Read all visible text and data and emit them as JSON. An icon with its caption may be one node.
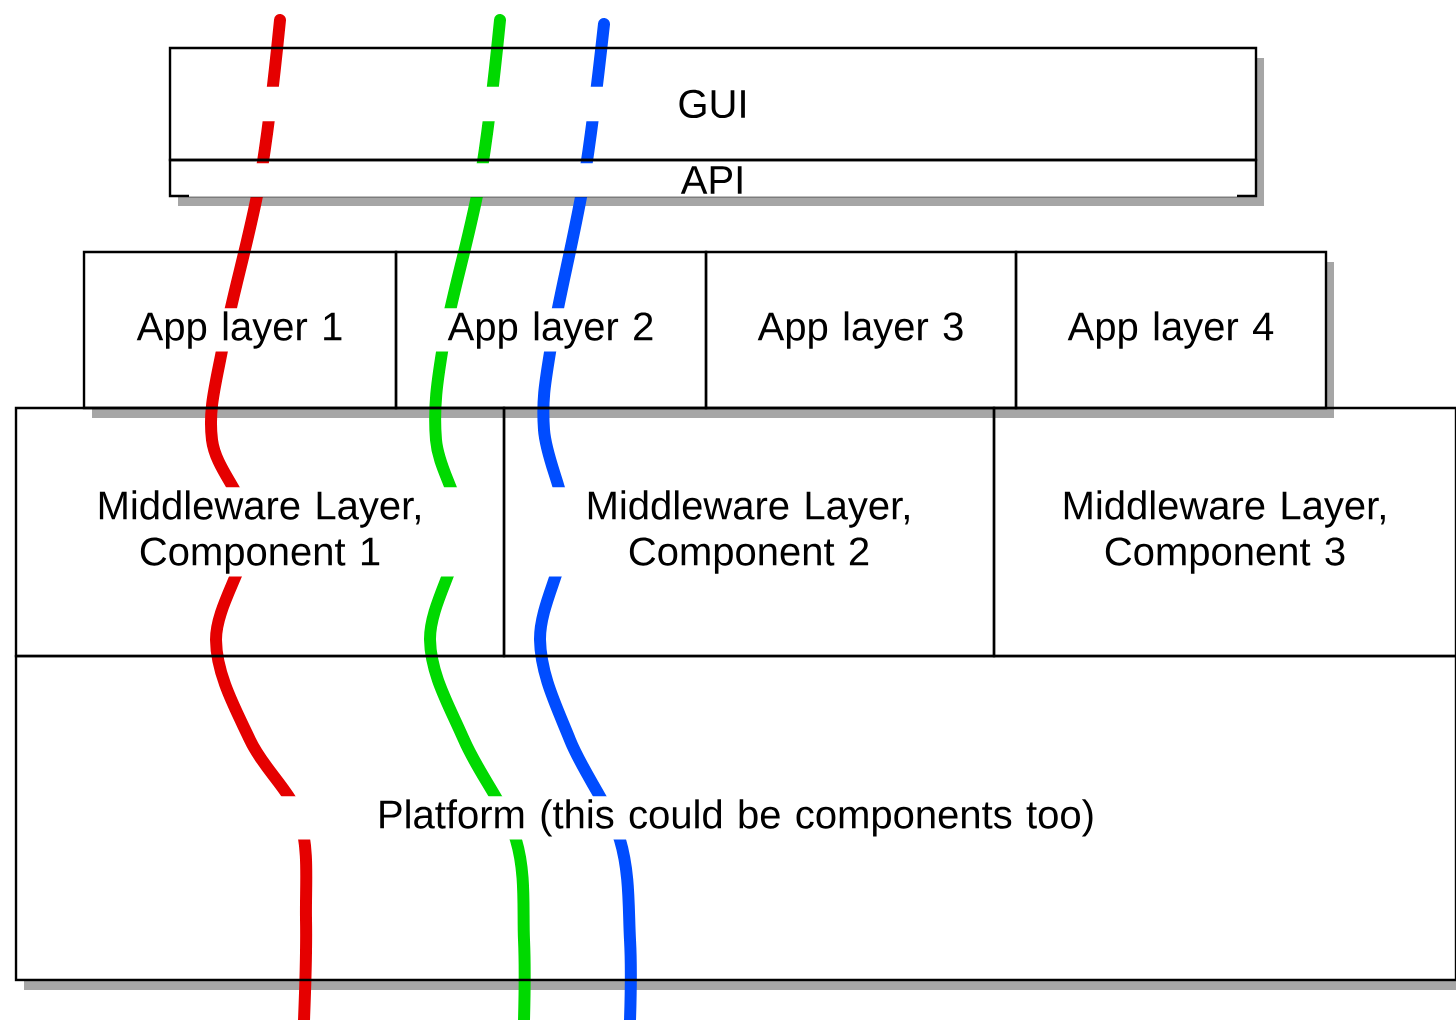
{
  "diagram": {
    "nodes": [
      {
        "text": [
          "GUI"
        ]
      },
      {
        "text": [
          "API"
        ]
      },
      {
        "text": [
          "App layer 1"
        ]
      },
      {
        "text": [
          "App layer 2"
        ]
      },
      {
        "text": [
          "App layer 3"
        ]
      },
      {
        "text": [
          "App layer 4"
        ]
      },
      {
        "text": [
          "Middleware Layer, Component 1"
        ]
      },
      {
        "text": [
          "Middleware Layer, Component 2"
        ]
      },
      {
        "text": [
          "Middleware Layer, Component 3"
        ]
      },
      {
        "text": [
          "Platform (this could be components too)"
        ]
      }
    ]
  }
}
